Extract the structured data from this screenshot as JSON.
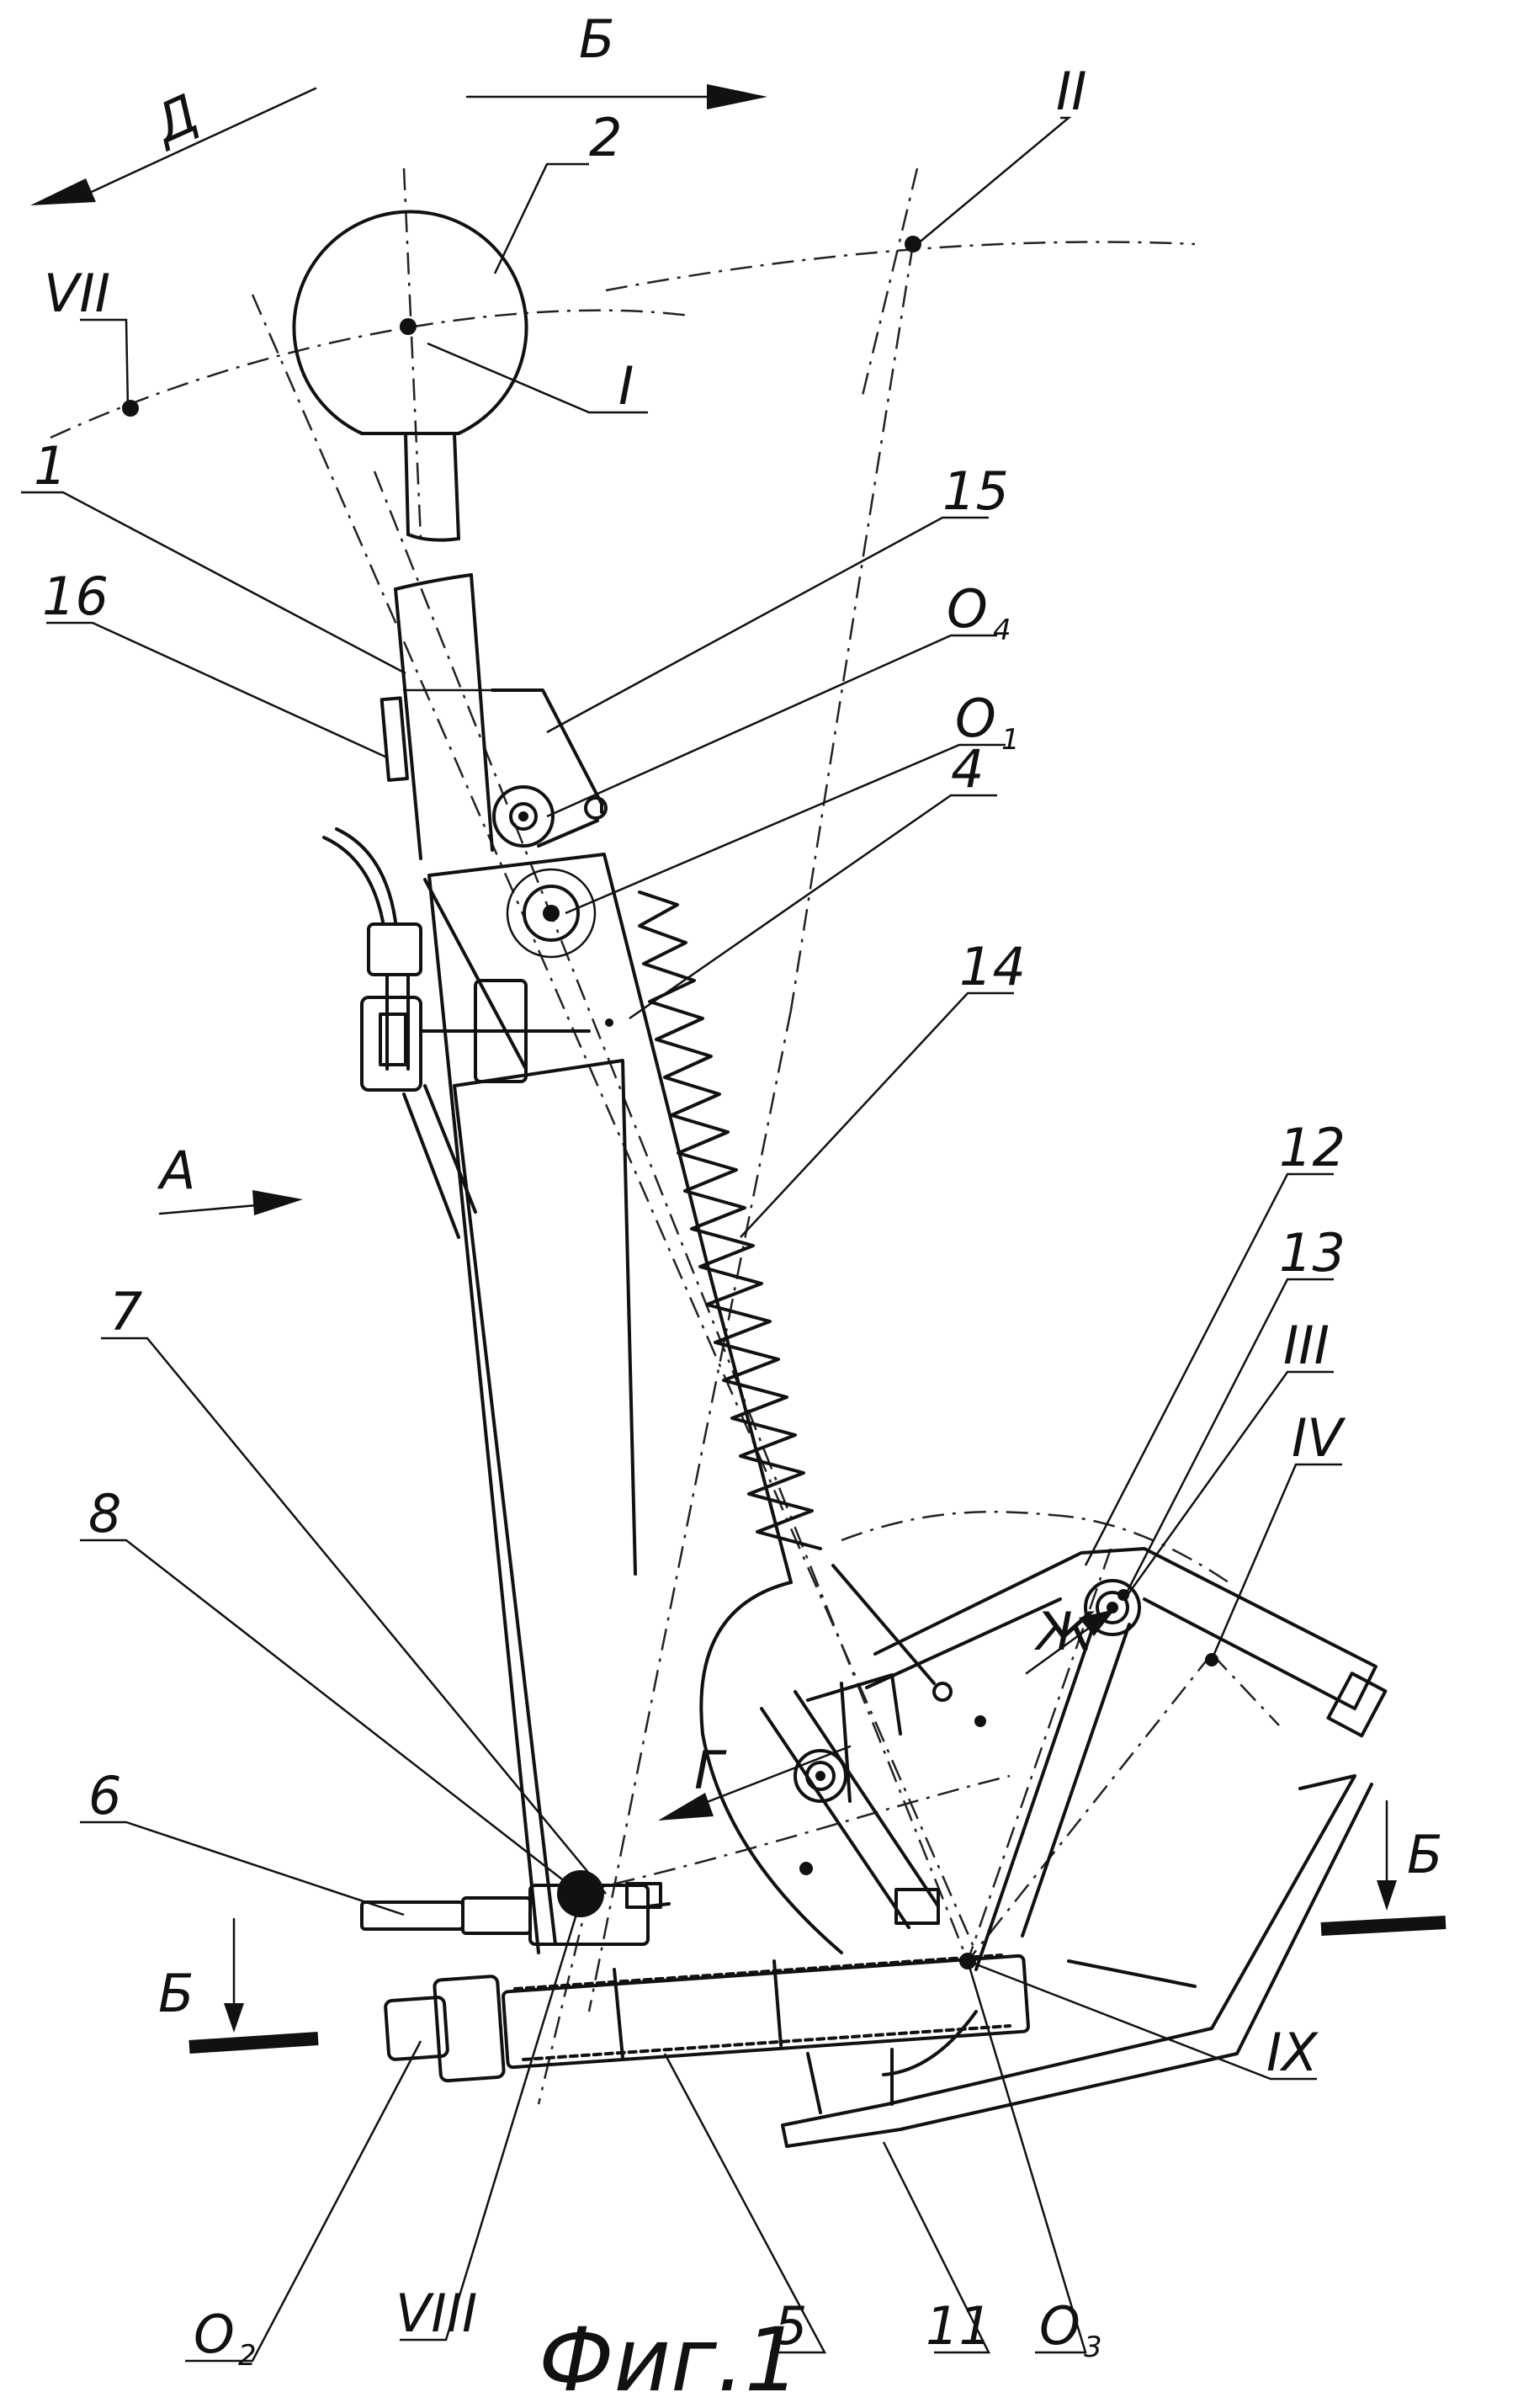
{
  "figure": {
    "caption": "Фиг.1"
  },
  "direction_arrows": {
    "B_top": "Б",
    "D": "Д",
    "A": "А",
    "G": "Г",
    "Zh": "Ж",
    "section_left": "Б",
    "section_right": "Б"
  },
  "part_numbers": {
    "n1": "1",
    "n2": "2",
    "n4": "4",
    "n5": "5",
    "n6": "6",
    "n7": "7",
    "n8": "8",
    "n11": "11",
    "n12": "12",
    "n13": "13",
    "n14": "14",
    "n15": "15",
    "n16": "16"
  },
  "pivots": {
    "o1": "О",
    "o1_sub": "1",
    "o2": "О",
    "o2_sub": "2",
    "o3": "О",
    "o3_sub": "3",
    "o4": "О",
    "o4_sub": "4"
  },
  "positions": {
    "p1": "I",
    "p2": "II",
    "p3": "III",
    "p4": "IV",
    "p7": "VII",
    "p8": "VIII",
    "p9": "IX"
  }
}
